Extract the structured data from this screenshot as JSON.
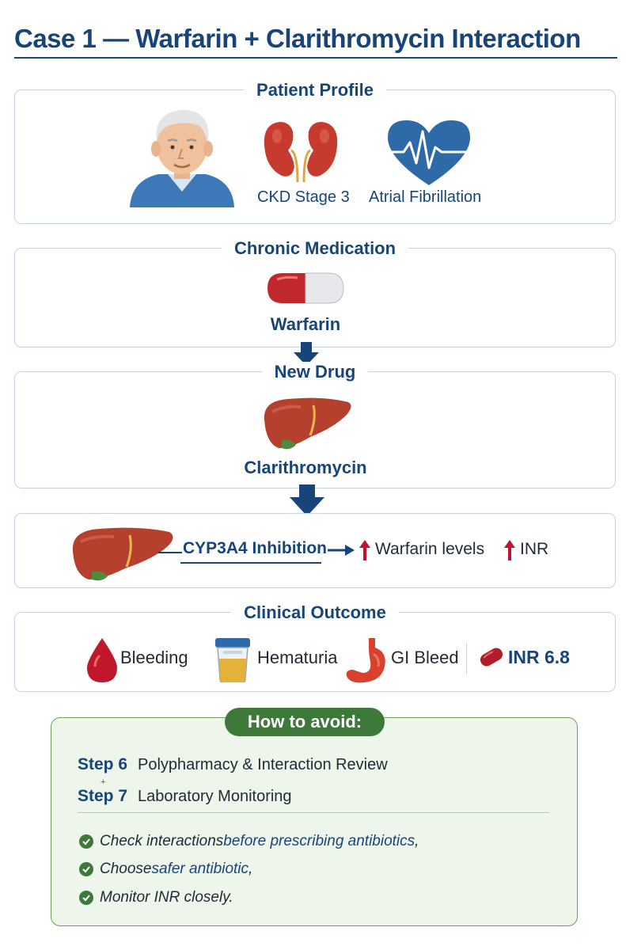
{
  "title": "Case 1 — Warfarin + Clarithromycin Interaction",
  "patient_profile": {
    "label": "Patient Profile",
    "items": [
      {
        "icon": "elderly-man-icon",
        "caption": ""
      },
      {
        "icon": "kidneys-icon",
        "caption": "CKD Stage 3"
      },
      {
        "icon": "heart-ecg-icon",
        "caption": "Atrial Fibrillation"
      }
    ]
  },
  "chronic_medication": {
    "label": "Chronic Medication",
    "icon": "capsule-icon",
    "drug": "Warfarin"
  },
  "new_drug": {
    "label": "New Drug",
    "icon": "liver-icon",
    "drug": "Clarithromycin"
  },
  "mechanism": {
    "inhibition": "CYP3A4 Inhibition",
    "effect1": "Warfarin levels",
    "effect2": "INR"
  },
  "clinical_outcome": {
    "label": "Clinical Outcome",
    "items": [
      {
        "icon": "blood-drop-icon",
        "label": "Bleeding"
      },
      {
        "icon": "urine-cup-icon",
        "label": "Hematuria"
      },
      {
        "icon": "stomach-icon",
        "label": "GI Bleed"
      }
    ],
    "inr": "INR 6.8"
  },
  "avoid": {
    "title": "How to avoid:",
    "steps": [
      {
        "num": "Step 6",
        "text": "Polypharmacy & Interaction Review"
      },
      {
        "num": "Step 7",
        "text": "Laboratory Monitoring"
      }
    ],
    "checks": [
      {
        "pre": "Check interactions ",
        "hl": "before prescribing antibiotics",
        "post": ","
      },
      {
        "pre": "Choose ",
        "hl": "safer antibiotic",
        "post": ","
      },
      {
        "pre": "Monitor INR closely.",
        "hl": "",
        "post": ""
      }
    ]
  },
  "colors": {
    "primary": "#17457a",
    "panel_border": "#c4d3e3",
    "liver": "#a83a2a",
    "alert_red": "#c8102e",
    "green": "#3d7a3a",
    "avoid_bg": "#eef5ea"
  }
}
